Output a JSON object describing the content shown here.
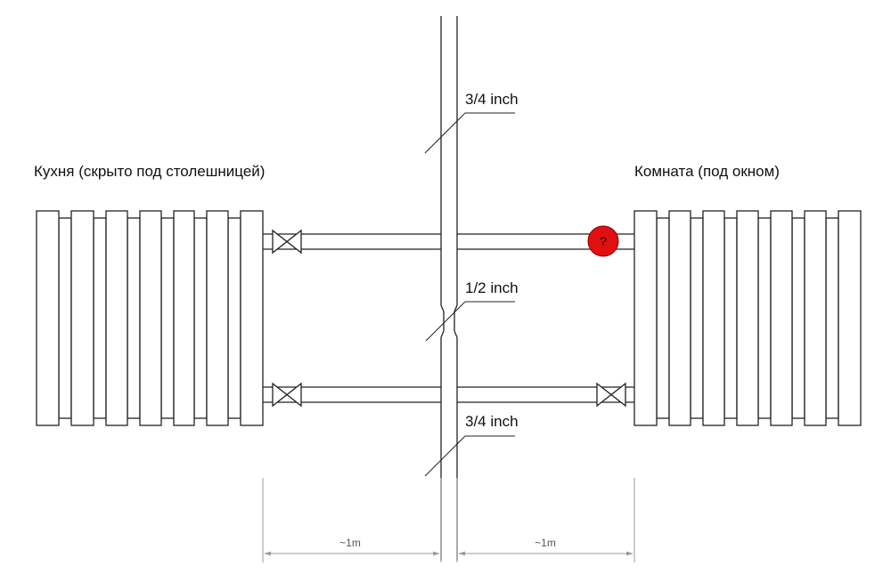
{
  "labels": {
    "kitchen": "Кухня (скрыто под столешницей)",
    "room": "Комната (под окном)",
    "riser_top": "3/4 inch",
    "riser_middle": "1/2 inch",
    "riser_bottom": "3/4 inch",
    "dim_left": "~1m",
    "dim_right": "~1m",
    "unknown_marker": "?"
  },
  "colors": {
    "line": "#222222",
    "dimension": "#9a9a9a",
    "marker_fill": "#e01010",
    "marker_text": "#ffffff"
  },
  "radiators": {
    "left_sections": 7,
    "right_sections": 7
  },
  "icons": {
    "valve": "valve-icon",
    "marker": "question-marker-icon"
  }
}
